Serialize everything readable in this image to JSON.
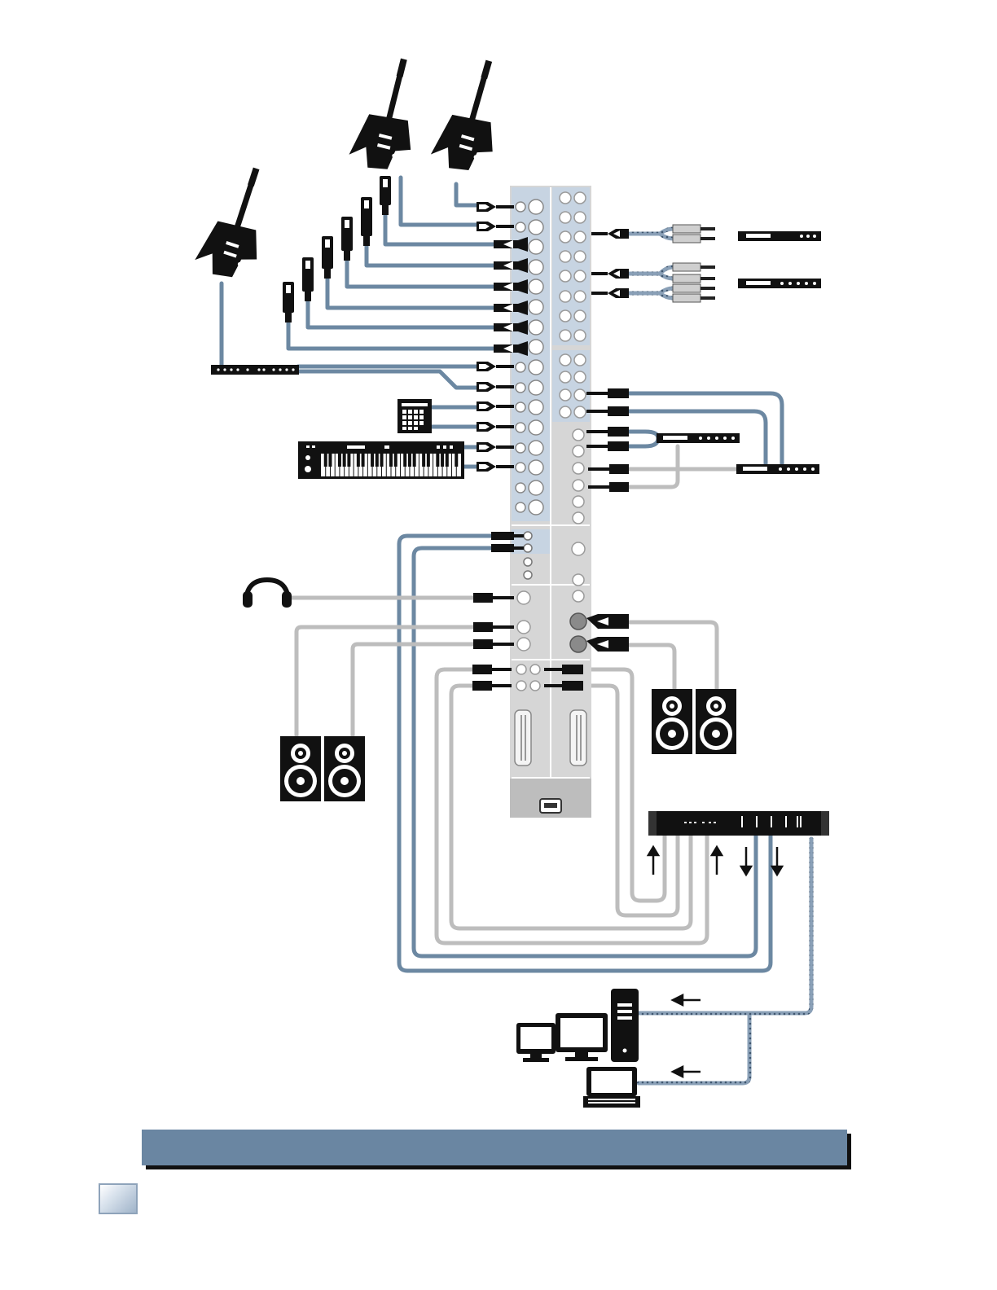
{
  "figure": {
    "caption": "",
    "page_number": ""
  },
  "colors": {
    "cable_blue": "#6c88a2",
    "cable_gray": "#bdbdbd",
    "panel_blue": "#c7d4e2",
    "panel_gray": "#d3d3d3",
    "device_black": "#111111",
    "caption_bar": "#6a86a2"
  },
  "icons": [
    "electric-guitar-icon",
    "xlr-microphone-icon",
    "rack-unit-icon",
    "drum-machine-icon",
    "keyboard-synth-icon",
    "headphones-icon",
    "studio-monitor-icon",
    "desktop-computer-icon",
    "laptop-icon",
    "firewire-port-icon",
    "direction-arrow-icon"
  ],
  "devices": {
    "guitars": 3,
    "microphones": 6,
    "studio_monitors": 4,
    "rack_processors": 5,
    "computer_monitors": 2
  }
}
